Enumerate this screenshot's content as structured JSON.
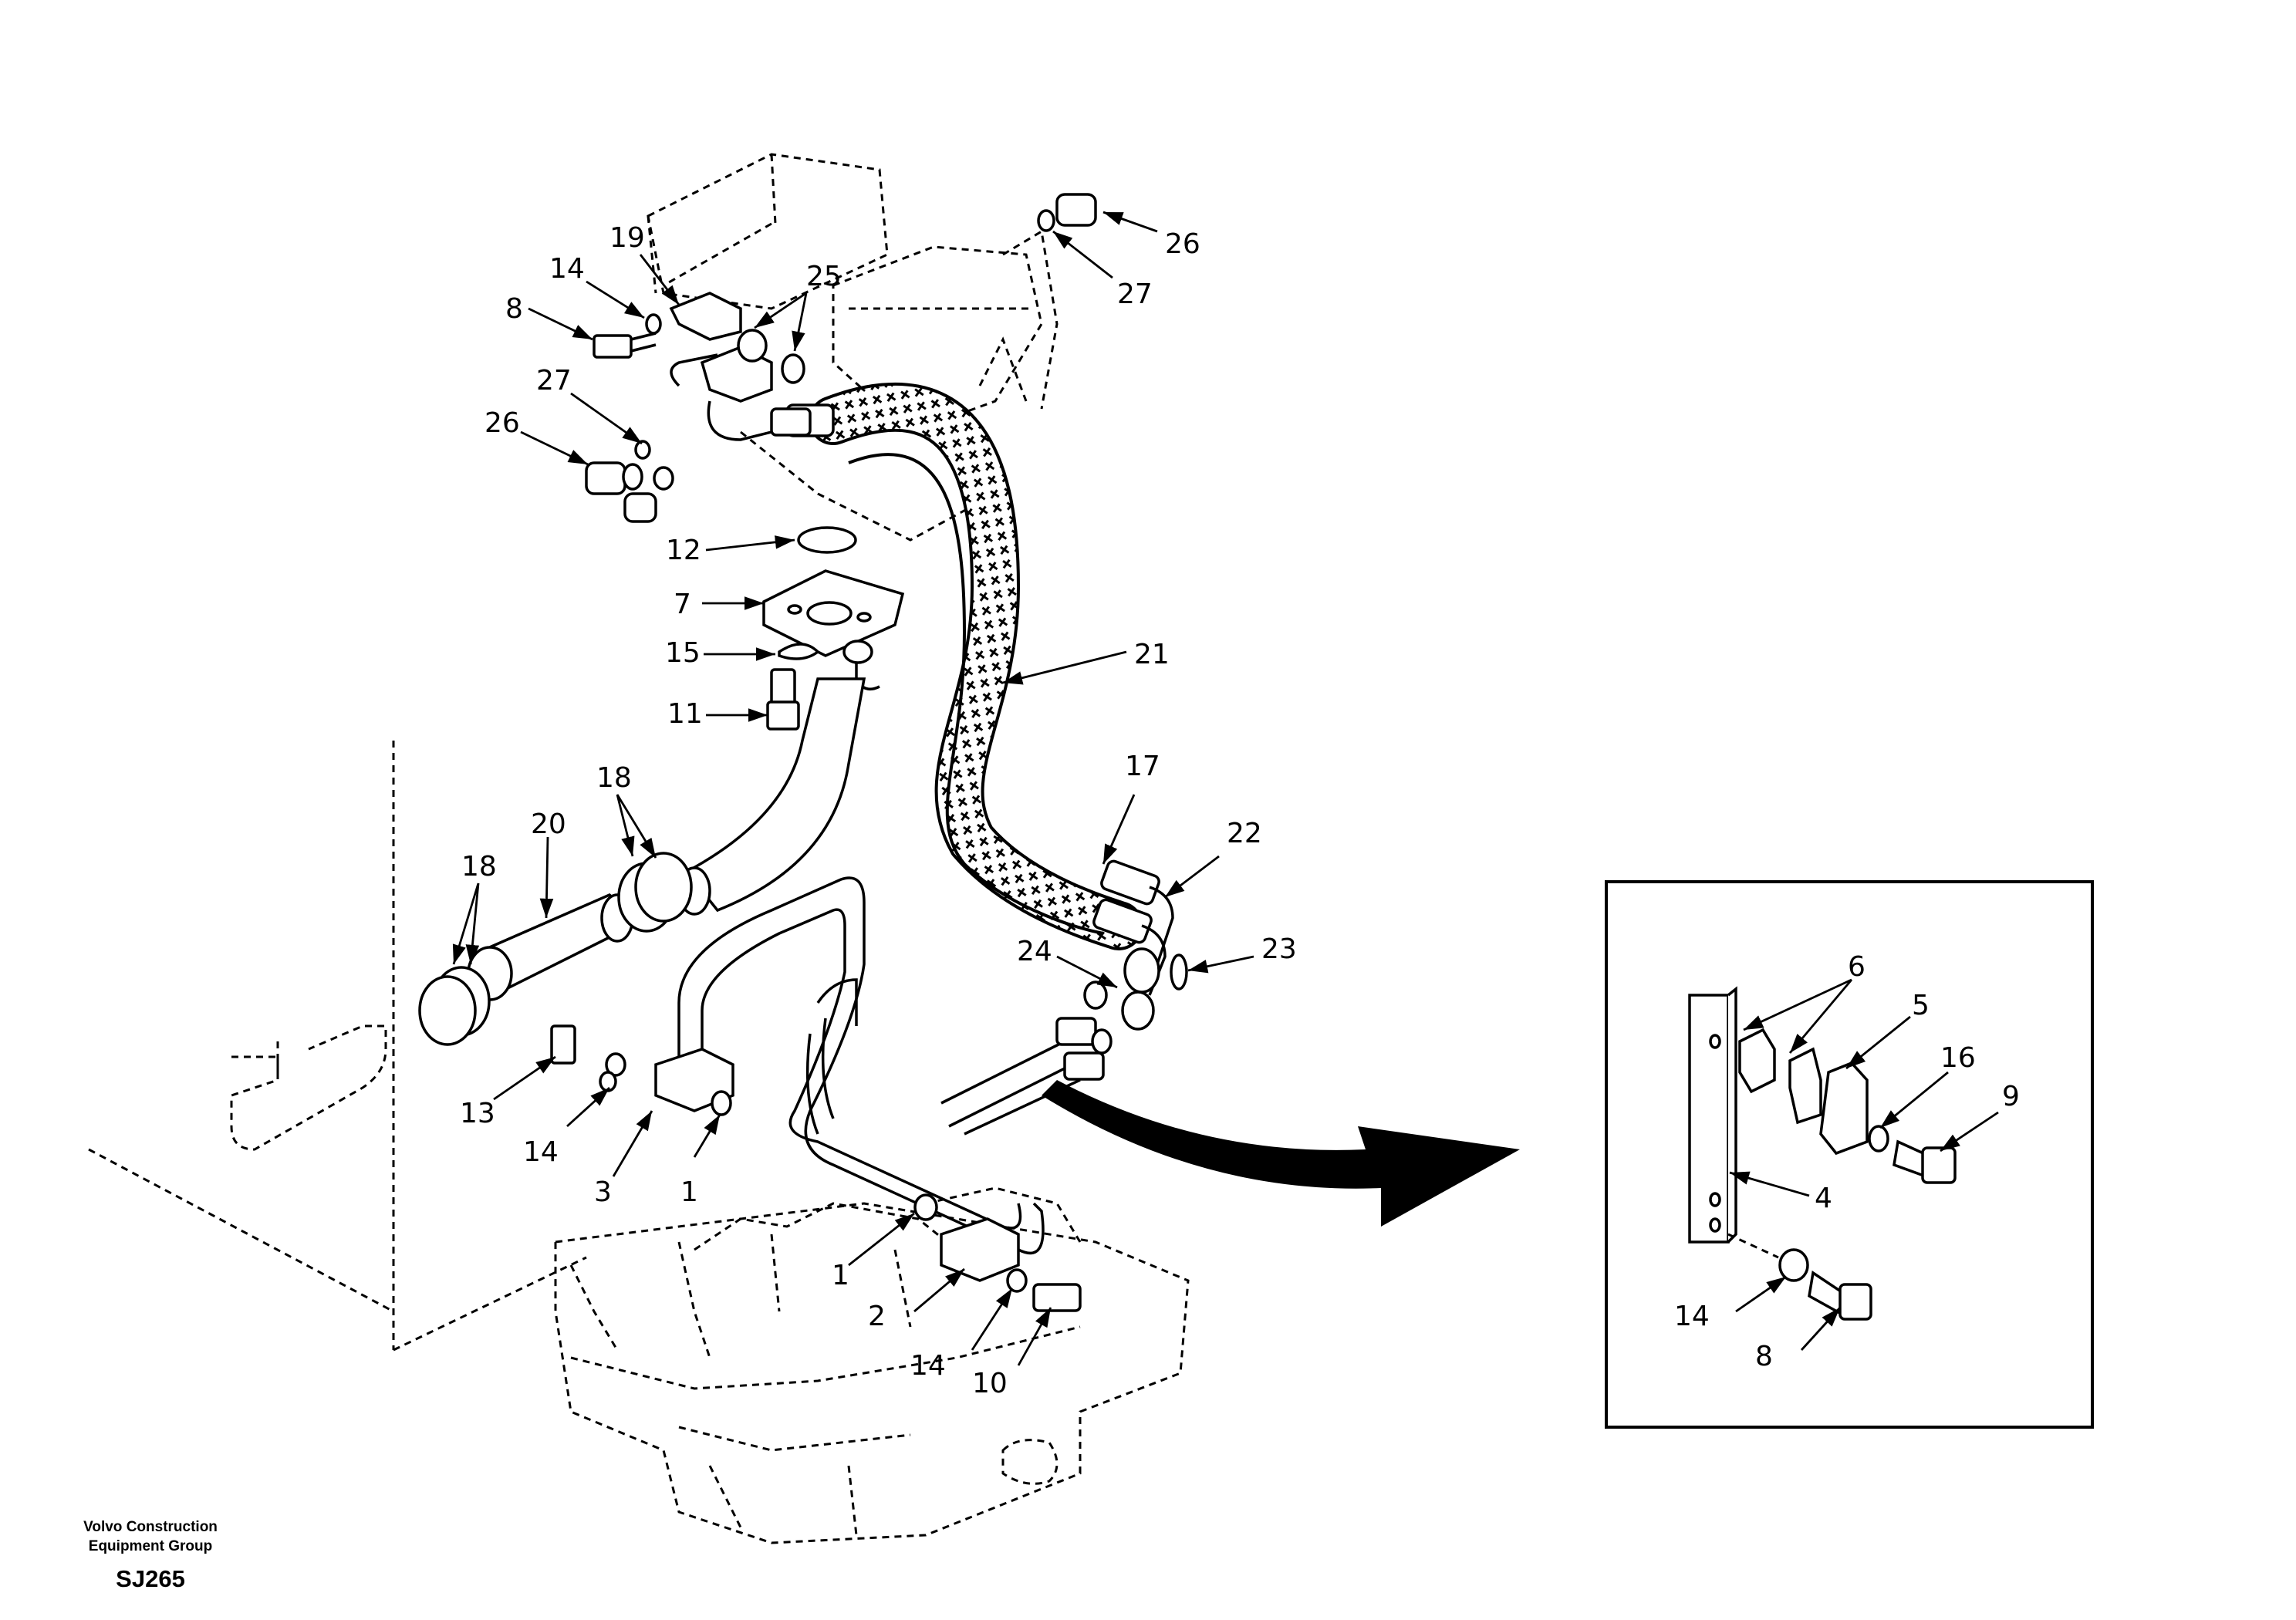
{
  "footer": {
    "company_line1": "Volvo Construction",
    "company_line2": "Equipment Group",
    "code": "SJ265"
  },
  "labels": {
    "l26a": "26",
    "l27a": "27",
    "l19": "19",
    "l14a": "14",
    "l25": "25",
    "l8a": "8",
    "l27b": "27",
    "l26b": "26",
    "l12": "12",
    "l7": "7",
    "l15": "15",
    "l11": "11",
    "l21": "21",
    "l18a": "18",
    "l20": "20",
    "l18b": "18",
    "l17": "17",
    "l22": "22",
    "l24": "24",
    "l23": "23",
    "l13": "13",
    "l14b": "14",
    "l3": "3",
    "l1a": "1",
    "l1b": "1",
    "l2": "2",
    "l14c": "14",
    "l10": "10",
    "d6": "6",
    "d5": "5",
    "d16": "16",
    "d9": "9",
    "d4": "4",
    "d14": "14",
    "d8": "8"
  }
}
